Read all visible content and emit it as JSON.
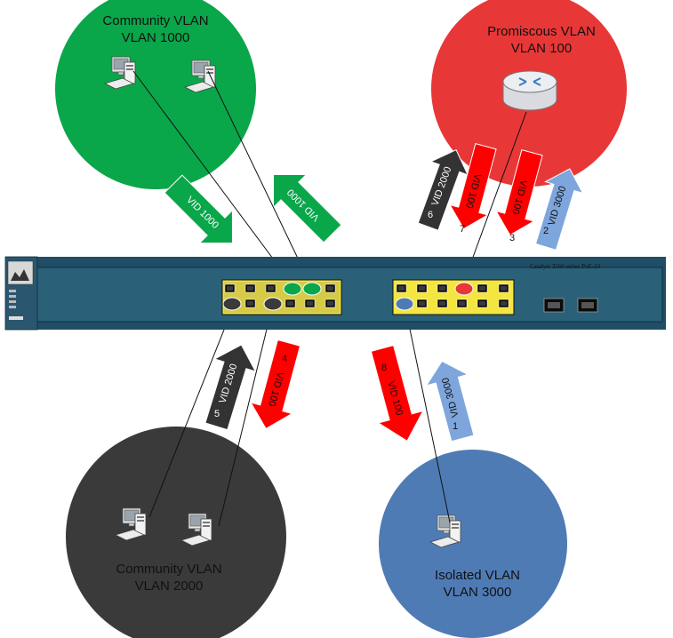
{
  "zones": {
    "community_1000": {
      "line1": "Community VLAN",
      "line2": "VLAN 1000",
      "color": "#0aa64a"
    },
    "promiscuous_100": {
      "line1": "Promiscous VLAN",
      "line2": "VLAN 100",
      "color": "#e83737"
    },
    "community_2000": {
      "line1": "Community VLAN",
      "line2": "VLAN 2000",
      "color": "#3a3a3a"
    },
    "isolated_3000": {
      "line1": "Isolated VLAN",
      "line2": "VLAN 3000",
      "color": "#4f7bb5"
    }
  },
  "switch": {
    "model_label": "Catalyst 3560  series PoE-24",
    "body_color": "#1f4e66"
  },
  "arrows": {
    "a_green_down": {
      "text": "VID 1000",
      "num": ""
    },
    "a_green_up": {
      "text": "VID 1000",
      "num": ""
    },
    "a6": {
      "text": "VID 2000",
      "num": "6"
    },
    "a7": {
      "text": "VID 100",
      "num": "7"
    },
    "a3": {
      "text": "VID 100",
      "num": "3"
    },
    "a2": {
      "text": "VID 3000",
      "num": "2"
    },
    "a5": {
      "text": "VID 2000",
      "num": "5"
    },
    "a4": {
      "text": "VID 100",
      "num": "4"
    },
    "a8": {
      "text": "VID 100",
      "num": "8"
    },
    "a1": {
      "text": "VID 3000",
      "num": "1"
    }
  },
  "colors": {
    "green": "#0aa64a",
    "red": "#ff0000",
    "dark": "#3a3a3a",
    "blue": "#7ea6dc"
  }
}
